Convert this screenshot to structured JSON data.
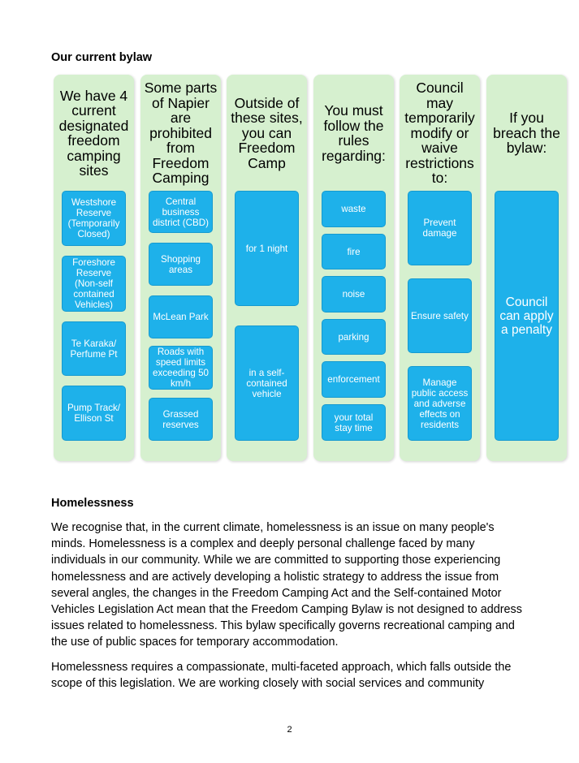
{
  "section1_heading": "Our current bylaw",
  "diagram": {
    "columns": [
      {
        "heading": "We have 4 current designated freedom camping sites",
        "items": [
          "Westshore Reserve (Temporarily Closed)",
          "Foreshore Reserve (Non-self contained Vehicles)",
          "Te Karaka/ Perfume Pt",
          "Pump Track/ Ellison St"
        ]
      },
      {
        "heading": "Some parts of Napier are prohibited from Freedom Camping",
        "items": [
          "Central business district (CBD)",
          "Shopping areas",
          "McLean Park",
          "Roads with speed limits exceeding 50 km/h",
          "Grassed reserves"
        ]
      },
      {
        "heading": "Outside of these sites, you can Freedom Camp",
        "items": [
          "for 1 night",
          "in a self-contained vehicle"
        ]
      },
      {
        "heading": "You must follow the rules regarding:",
        "items": [
          "waste",
          "fire",
          "noise",
          "parking",
          "enforcement",
          "your total stay time"
        ]
      },
      {
        "heading": "Council may temporarily modify or waive restrictions to:",
        "items": [
          "Prevent damage",
          "Ensure safety",
          "Manage public access and adverse effects on residents"
        ]
      },
      {
        "heading": "If you breach the bylaw:",
        "items": [
          "Council can apply a penalty"
        ]
      }
    ]
  },
  "section2_heading": "Homelessness",
  "paragraphs": [
    "We recognise that, in the current climate, homelessness is an issue on many people's minds. Homelessness is a complex and deeply personal challenge faced by many individuals in our community. While we are committed to supporting those experiencing homelessness and are actively developing a holistic strategy to address the issue from several angles, the changes in the Freedom Camping Act and the Self-contained Motor Vehicles Legislation Act mean that the Freedom Camping Bylaw is not designed to address issues related to homelessness. This bylaw specifically governs recreational camping and the use of public spaces for temporary accommodation.",
    "Homelessness requires a compassionate, multi-faceted approach, which falls outside the scope of this legislation. We are working closely with social services and community"
  ],
  "page_number": "2"
}
